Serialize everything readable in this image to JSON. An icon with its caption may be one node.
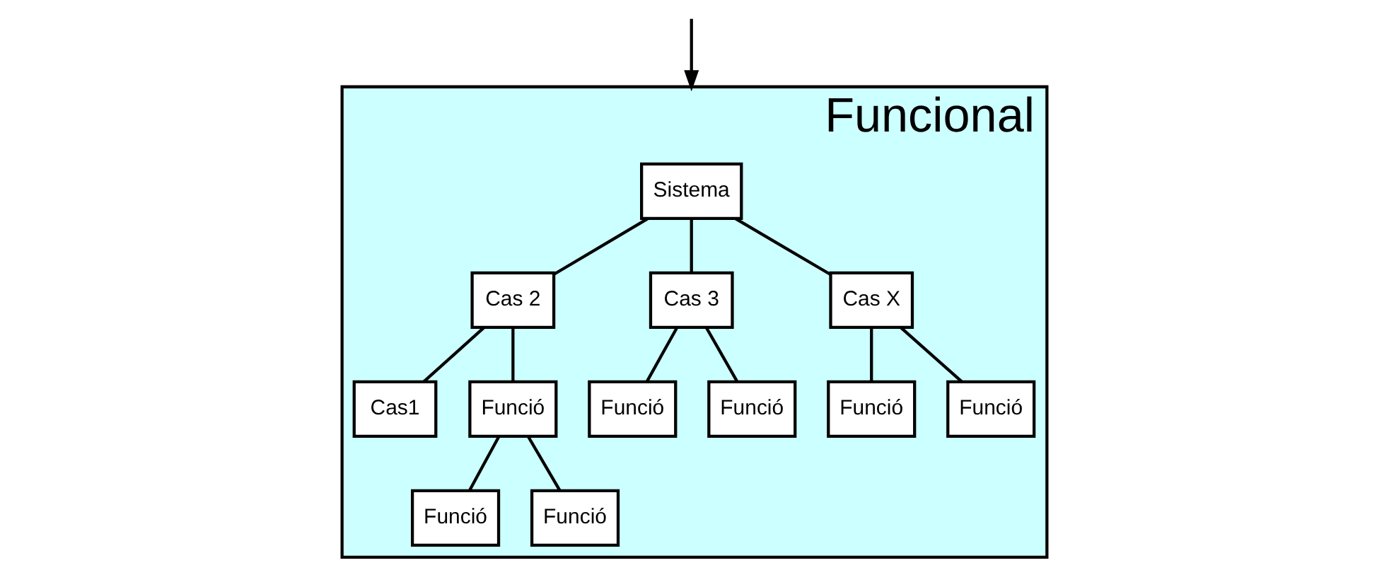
{
  "diagram": {
    "nodes": [
      {
        "text": [
          "Funcional"
        ]
      },
      {
        "text": [
          "Sistema"
        ],
        "in": 0
      },
      {
        "text": [
          "Cas 2"
        ],
        "in": 0
      },
      {
        "text": [
          "Cas 3"
        ],
        "in": 0
      },
      {
        "text": [
          "Cas X"
        ],
        "in": 0
      },
      {
        "text": [
          "Cas1"
        ],
        "in": 0
      },
      {
        "text": [
          "Funció"
        ],
        "in": 0
      },
      {
        "text": [
          "Funció"
        ],
        "in": 0
      },
      {
        "text": [
          "Funció"
        ],
        "in": 0
      },
      {
        "text": [
          "Funció"
        ],
        "in": 0
      },
      {
        "text": [
          "Funció"
        ],
        "in": 0
      },
      {
        "text": [
          "Funció"
        ],
        "in": 0
      },
      {
        "text": [
          "Funció"
        ],
        "in": 0
      }
    ],
    "edges": [
      {
        "from": null,
        "to": 0,
        "arrow": "to"
      },
      {
        "from": 1,
        "to": 2,
        "arrow": "none"
      },
      {
        "from": 1,
        "to": 3,
        "arrow": "none"
      },
      {
        "from": 1,
        "to": 4,
        "arrow": "none"
      },
      {
        "from": 2,
        "to": 5,
        "arrow": "none"
      },
      {
        "from": 2,
        "to": 6,
        "arrow": "none"
      },
      {
        "from": 3,
        "to": 7,
        "arrow": "none"
      },
      {
        "from": 3,
        "to": 8,
        "arrow": "none"
      },
      {
        "from": 4,
        "to": 9,
        "arrow": "none"
      },
      {
        "from": 4,
        "to": 10,
        "arrow": "none"
      },
      {
        "from": 6,
        "to": 11,
        "arrow": "none"
      },
      {
        "from": 6,
        "to": 12,
        "arrow": "none"
      }
    ]
  }
}
